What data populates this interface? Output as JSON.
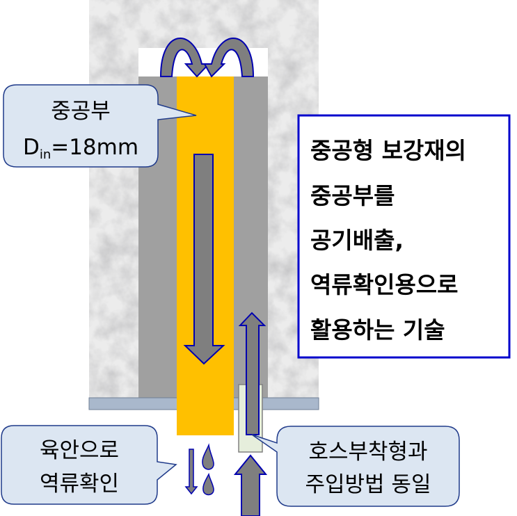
{
  "callout_hollow": {
    "line1": "중공부",
    "line2_main": "D",
    "line2_sub": "in",
    "line2_rest": "=18mm"
  },
  "description_box": {
    "lines": [
      "중공형 보강재의",
      "중공부를",
      "공기배출,",
      "역류확인용으로",
      "활용하는 기술"
    ]
  },
  "callout_visual": {
    "lines": [
      "육안으로",
      "역류확인"
    ]
  },
  "callout_hose": {
    "lines": [
      "호스부착형과",
      "주입방법 동일"
    ]
  },
  "colors": {
    "core": "#FFC000",
    "column": "#A0A0A0",
    "arrow_fill": "#7F7F7F",
    "arrow_stroke": "#0000B0",
    "callout_fill": "#DCE6F2",
    "box_border": "#0000CC",
    "base_plate": "#A9B8CC",
    "tube": "#E6EEDC"
  }
}
